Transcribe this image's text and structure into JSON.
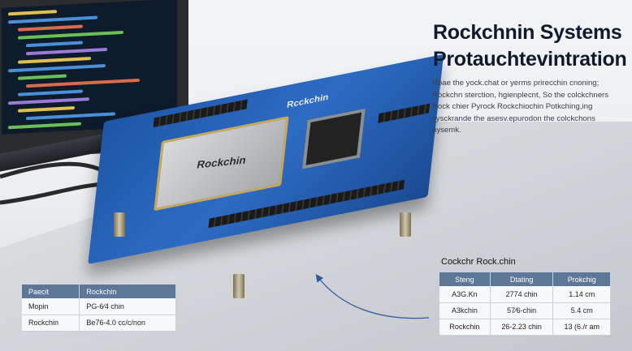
{
  "headline": {
    "line1": "Rockchnin Systems",
    "line2": "Protauchtevintration"
  },
  "description": {
    "lines": [
      "Roae the yock.chat or yerms prirecchin cnoning;",
      "Rockchn sterction, hgienplecnt, So the colckchners",
      "Rock chier Pyrock Rockchiochin Potkching,ing",
      "sysckrande the asesv.epurodon the colckchons",
      "aysemk."
    ]
  },
  "board": {
    "module_label": "Rockchin",
    "silkscreen_label": "Rcckchin"
  },
  "left_table": {
    "headers": [
      "Paecit",
      "Rockchin"
    ],
    "rows": [
      [
        "Mopin",
        "PG-6⁄4 chin"
      ],
      [
        "Rockchin",
        "Be76-4.0 cc/c/non"
      ]
    ]
  },
  "right_table": {
    "caption": "Cockchr Rock.chin",
    "headers": [
      "Steng",
      "Dtating",
      "Prokchig"
    ],
    "rows": [
      [
        "A3G.Kn",
        "2774 chin",
        "1.14 cm"
      ],
      [
        "A3kchin",
        "57⁄6-chin",
        "5.4 cm"
      ],
      [
        "Rockchin",
        "26-2.23 chin",
        "13 (6./r am"
      ]
    ]
  },
  "colors": {
    "board_blue": "#2d6cc4",
    "table_header": "#5d7796",
    "arrow": "#2c5aa0",
    "title": "#0f1b2d"
  }
}
